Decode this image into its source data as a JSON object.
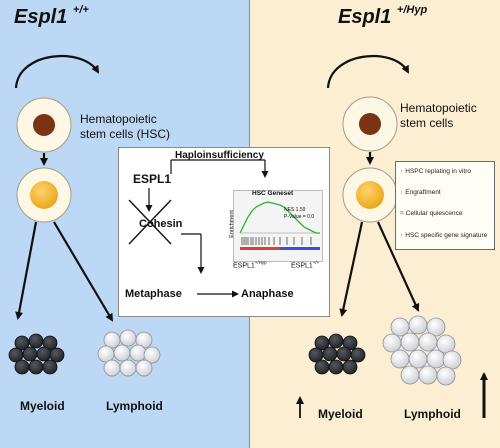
{
  "left": {
    "title_gene": "Espl1",
    "title_genotype": "+/+",
    "hsc_label_line1": "Hematopoietic",
    "hsc_label_line2": "stem cells (HSC)",
    "myeloid": "Myeloid",
    "lymphoid": "Lymphoid"
  },
  "right": {
    "title_gene": "Espl1",
    "title_genotype": "+/Hyp",
    "hsc_label_line1": "Hematopoietic",
    "hsc_label_line2": "stem cells",
    "myeloid": "Myeloid",
    "lymphoid": "Lymphoid",
    "legend": [
      {
        "symbol": "↑",
        "text": "HSPC replating in vitro"
      },
      {
        "symbol": "↑",
        "text": "Engraftment"
      },
      {
        "symbol": "=",
        "text": "Cellular quiescence"
      },
      {
        "symbol": "↑",
        "text": "HSC specific gene  signature"
      }
    ]
  },
  "inset": {
    "haploinsufficiency": "Haploinsufficiency",
    "espl1": "ESPL1",
    "cohesin": "Cohesin",
    "metaphase": "Metaphase",
    "anaphase": "Anaphase",
    "gsea_title": "HSC Geneset",
    "gsea_ylabel": "Enrichment",
    "nes": "NES 1.59",
    "pvalue": "P-Value = 0.0",
    "axis_left_gene": "ESPL1",
    "axis_left_genotype": "+/Hyp",
    "axis_right_gene": "ESPL1",
    "axis_right_genotype": "+/+"
  },
  "colors": {
    "left_bg": "#bcd8f4",
    "right_bg": "#fbeed2",
    "cell_outer": "#fdf7e6",
    "hsc_nucleus": "#7a3414",
    "progenitor_cell": "#f0b52a",
    "myeloid_cells": "#2a2d31",
    "lymphoid_cells": "#e6e8ec",
    "enrichment_line": "#2ab52a"
  }
}
